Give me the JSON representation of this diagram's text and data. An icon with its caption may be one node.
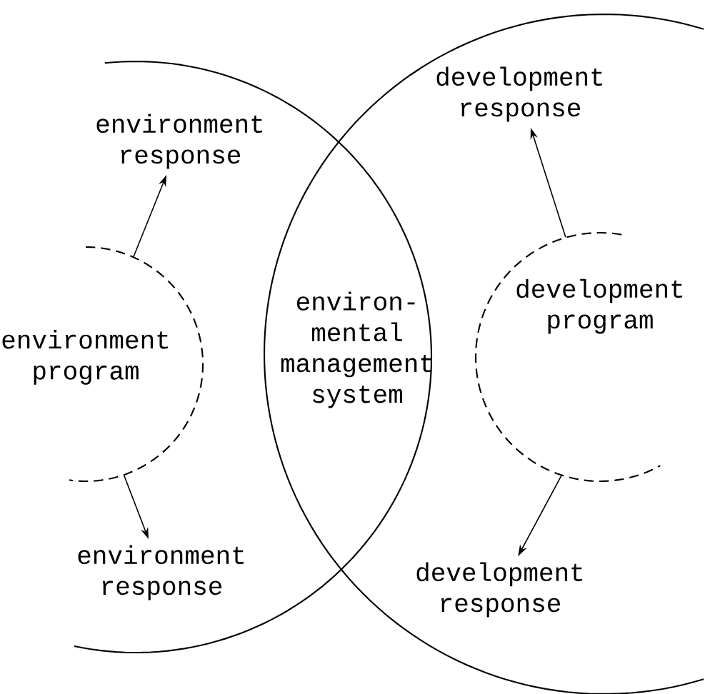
{
  "diagram": {
    "nodes": [
      {
        "text": [
          "environment response"
        ]
      },
      {
        "text": [
          "development response"
        ]
      },
      {
        "text": [
          "environment program"
        ]
      },
      {
        "text": [
          "environ- mental management system"
        ]
      },
      {
        "text": [
          "development program"
        ]
      },
      {
        "text": [
          "environment response"
        ]
      },
      {
        "text": [
          "development response"
        ]
      }
    ],
    "edges": [
      {
        "from": 2,
        "to": 0,
        "arrow": "to"
      },
      {
        "from": 2,
        "to": 5,
        "arrow": "to"
      },
      {
        "from": 4,
        "to": 1,
        "arrow": "to"
      },
      {
        "from": 4,
        "to": 6,
        "arrow": "to"
      }
    ]
  }
}
